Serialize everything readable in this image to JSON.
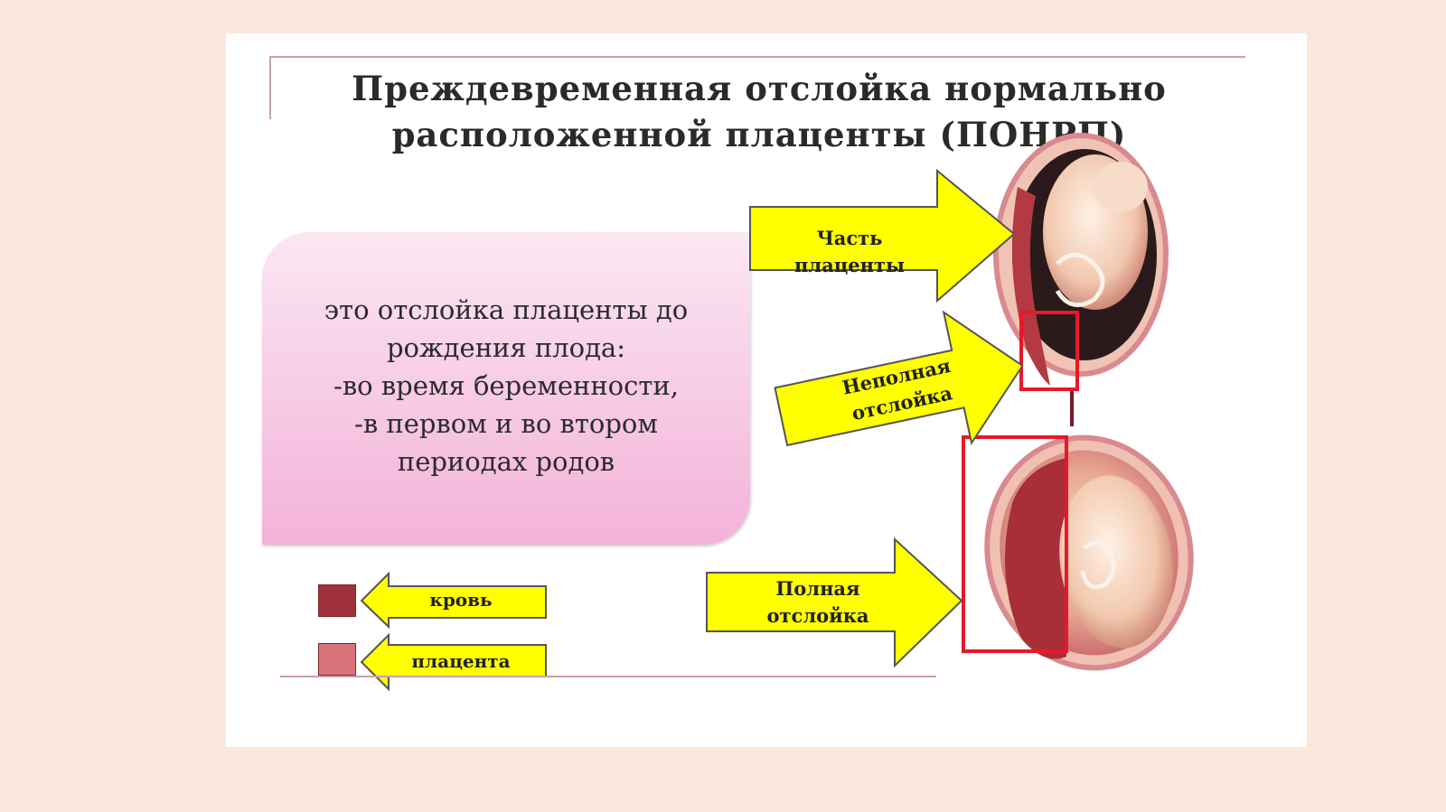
{
  "title": "Преждевременная отслойка нормально\nрасположенной плаценты (ПОНРП)",
  "definition": "это отслойка плаценты до\nрождения плода:\n-во время беременности,\n-в первом и во втором\nпериодах родов",
  "arrows": {
    "part": "Часть плаценты",
    "incomplete": "Неполная\nотслойка",
    "complete": "Полная\nотслойка"
  },
  "legend": [
    {
      "label": "кровь",
      "color": "#a0303a"
    },
    {
      "label": "плацента",
      "color": "#d9737a"
    }
  ],
  "colors": {
    "arrow_fill": "#ffff00",
    "highlight_box": "#e8182a",
    "box_gradient_top": "#fbe7f3",
    "box_gradient_bottom": "#f3b2d9"
  }
}
